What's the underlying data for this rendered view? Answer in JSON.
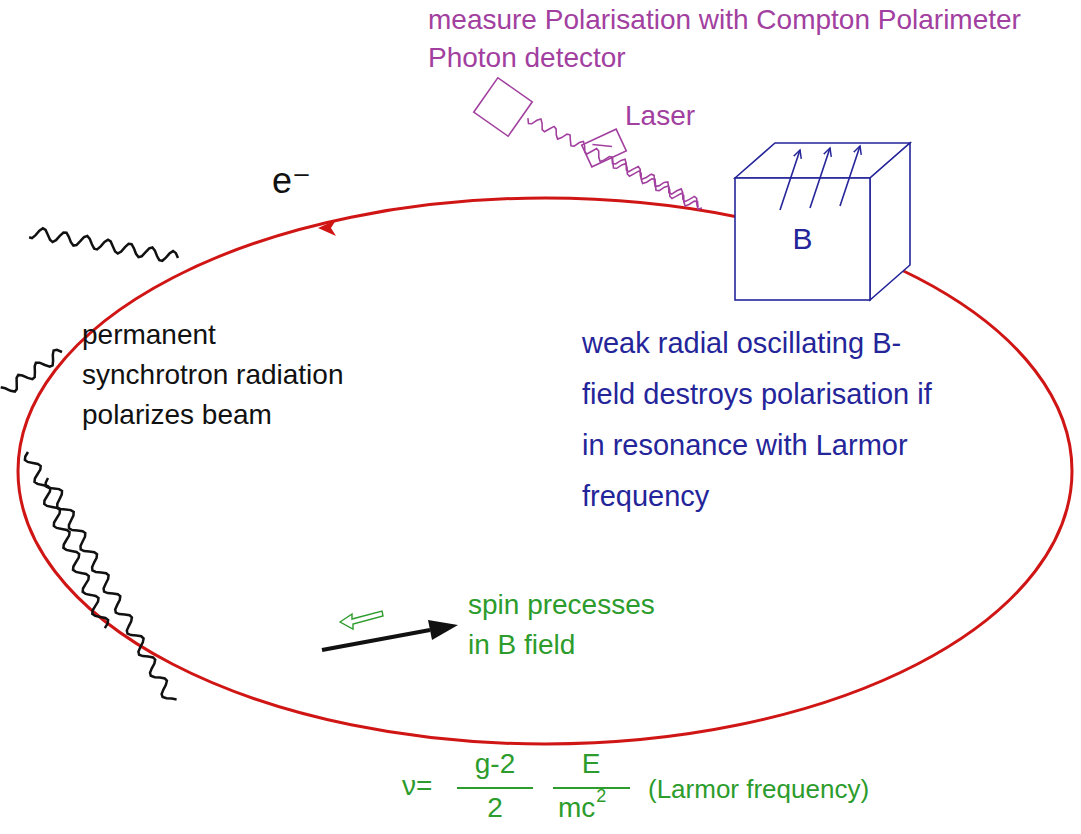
{
  "diagram": {
    "nodes": [
      {
        "text": [
          "B"
        ]
      }
    ],
    "labels": [
      "measure Polarisation with Compton Polarimeter",
      "Photon detector",
      "Laser",
      "e⁻",
      "permanent synchrotron radiation polarizes beam",
      "weak radial oscillating B-field destroys polarisation if in resonance with Larmor frequency",
      "spin precesses in B field",
      "ν=",
      "g-2",
      "2",
      "E",
      "mc",
      "2",
      "(Larmor frequency)"
    ]
  }
}
